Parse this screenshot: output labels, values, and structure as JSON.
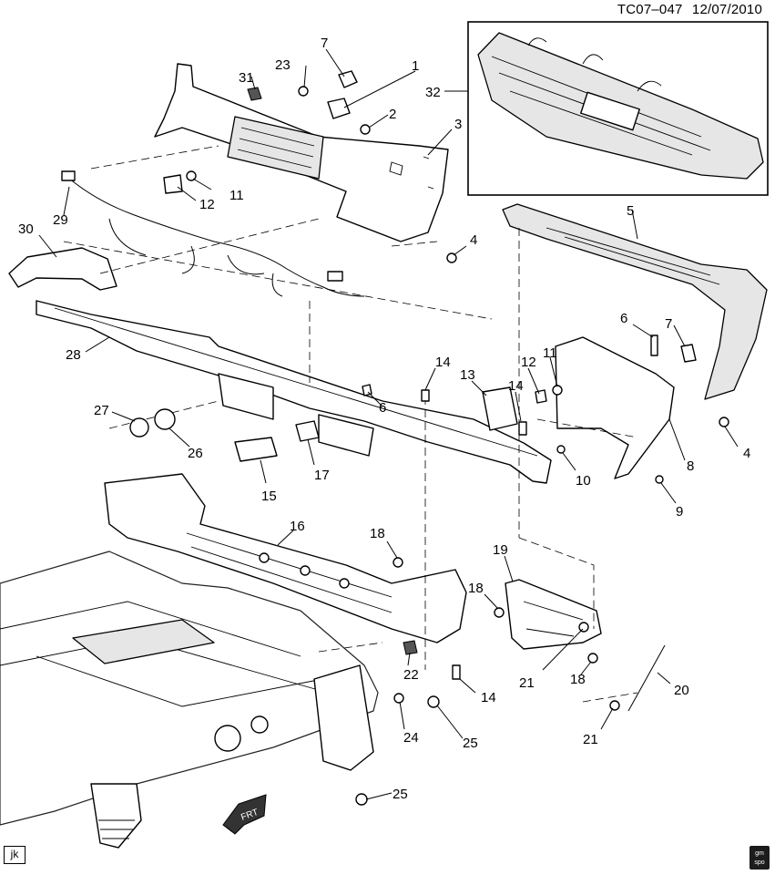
{
  "header": {
    "code": "TC07–047",
    "date": "12/07/2010"
  },
  "corner_tag": "jk",
  "badge": "gm spo",
  "arrow_label": "FRT",
  "callouts": {
    "c1": "1",
    "c2": "2",
    "c3": "3",
    "c4a": "4",
    "c4b": "4",
    "c5": "5",
    "c6a": "6",
    "c6b": "6",
    "c7a": "7",
    "c7b": "7",
    "c8": "8",
    "c9": "9",
    "c10": "10",
    "c11a": "11",
    "c11b": "11",
    "c12a": "12",
    "c12b": "12",
    "c13": "13",
    "c14a": "14",
    "c14b": "14",
    "c14c": "14",
    "c15": "15",
    "c16": "16",
    "c17": "17",
    "c18a": "18",
    "c18b": "18",
    "c18c": "18",
    "c19": "19",
    "c20": "20",
    "c21a": "21",
    "c21b": "21",
    "c22": "22",
    "c23": "23",
    "c24": "24",
    "c25a": "25",
    "c25b": "25",
    "c26": "26",
    "c27": "27",
    "c28": "28",
    "c29": "29",
    "c30": "30",
    "c31": "31",
    "c32": "32"
  }
}
